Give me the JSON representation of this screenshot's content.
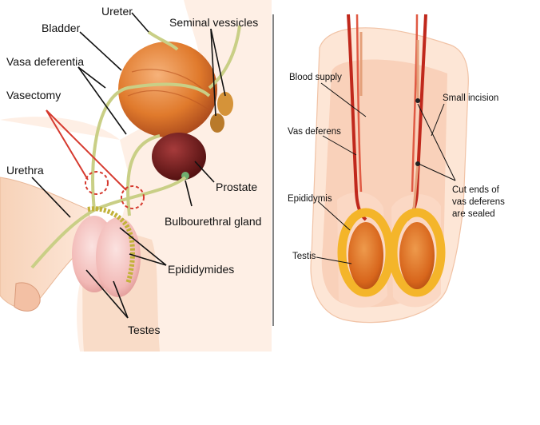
{
  "left_diagram": {
    "labels": {
      "ureter": "Ureter",
      "bladder": "Bladder",
      "seminal_vesicles": "Seminal vessicles",
      "vasa_deferentia": "Vasa deferentia",
      "vasectomy": "Vasectomy",
      "urethra": "Urethra",
      "prostate": "Prostate",
      "bulbourethral_gland": "Bulbourethral gland",
      "epididymides": "Epididymides",
      "testes": "Testes"
    }
  },
  "right_diagram": {
    "labels": {
      "blood_supply": "Blood supply",
      "small_incision": "Small incision",
      "vas_deferens": "Vas deferens",
      "cut_ends_line1": "Cut ends of",
      "cut_ends_line2": "vas deferens",
      "cut_ends_line3": "are sealed",
      "epididymis": "Epididymis",
      "testis": "Testis"
    }
  },
  "colors": {
    "skin": "#f7d2b8",
    "skin_shadow": "#f0b99a",
    "bladder": "#e07a2c",
    "prostate": "#7a1c1c",
    "vas": "#c9cf86",
    "testis_pink": "#f2b9b6",
    "artery": "#c0281c",
    "epididymis": "#f4b52a",
    "testis_orange": "#d8661c",
    "cut_marker": "#e0342a"
  }
}
